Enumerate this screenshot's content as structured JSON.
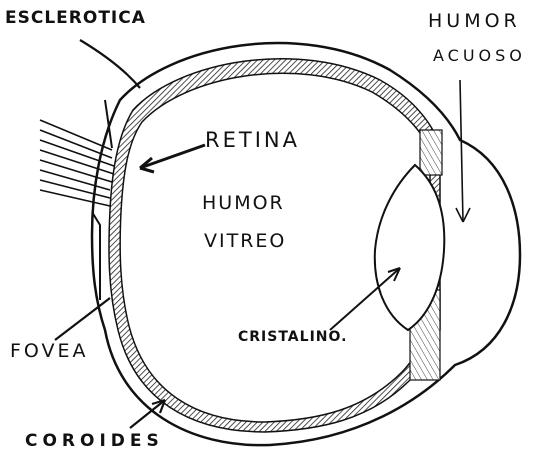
{
  "labels": {
    "esclerotica": "ESCLEROTICA",
    "humor_acuoso_line1": "HUMOR",
    "humor_acuoso_line2": "ACUOSO",
    "retina": "RETINA",
    "humor_vitreo_line1": "HUMOR",
    "humor_vitreo_line2": "VITREO",
    "cristalino": "CRISTALINO.",
    "fovea": "FOVEA",
    "coroides": "COROIDES"
  },
  "colors": {
    "ink": "#111111",
    "background": "#ffffff",
    "layer_shading": "#555555"
  }
}
